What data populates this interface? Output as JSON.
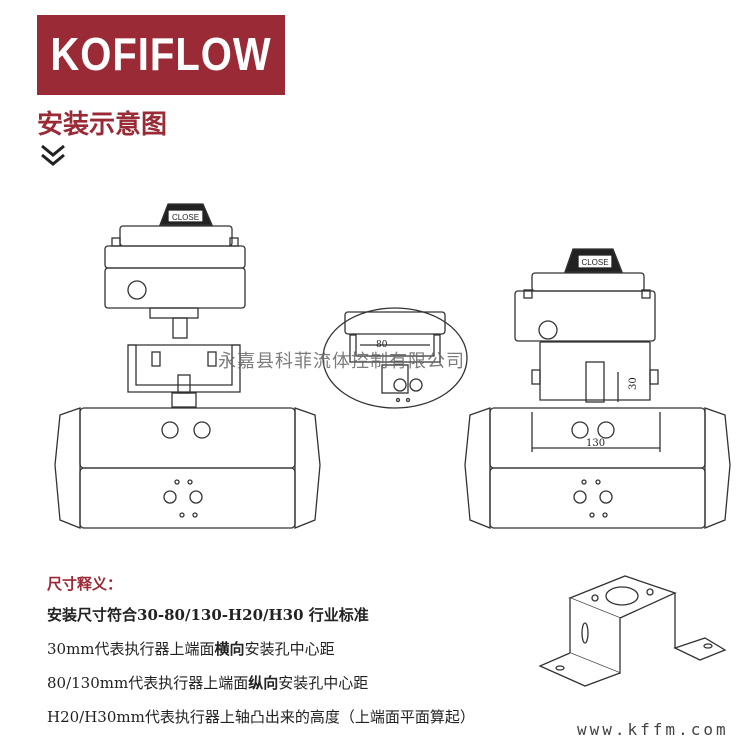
{
  "brand": {
    "name": "KOFIFLOW"
  },
  "section_title": "安装示意图",
  "diagram": {
    "label_close_left": "CLOSE",
    "label_close_right": "CLOSE",
    "dim_80": "80",
    "dim_30": "30",
    "dim_130": "130"
  },
  "watermark": "永嘉县科菲流体控制有限公司",
  "description": {
    "heading": "尺寸释义：",
    "line1": "安装尺寸符合30-80/130-H20/H30 行业标准",
    "line2_a": "30mm代表执行器上端面",
    "line2_b": "横向",
    "line2_c": "安装孔中心距",
    "line3_a": "80/130mm代表执行器上端面",
    "line3_b": "纵向",
    "line3_c": "安装孔中心距",
    "line4": "H20/H30mm代表执行器上轴凸出来的高度（上端面平面算起）"
  },
  "website": "www.kffm.com",
  "colors": {
    "accent": "#9a2a35"
  }
}
